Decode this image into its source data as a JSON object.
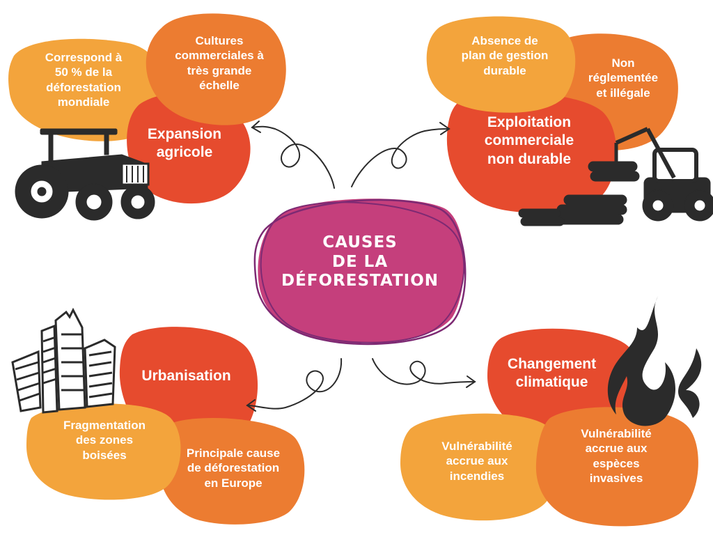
{
  "colors": {
    "red": "#e64b2e",
    "orange": "#ec7c31",
    "yellow": "#f3a43c",
    "magenta": "#c53f7c",
    "purple": "#7d2a73",
    "ink": "#2b2b2b"
  },
  "center": {
    "title": "CAUSES\nDE LA\nDÉFORESTATION"
  },
  "branches": {
    "agricultural": {
      "title": "Expansion\nagricole",
      "detail_1": "Correspond à\n50 % de la\ndéforestation\nmondiale",
      "detail_2": "Cultures\ncommerciales à\ntrès grande\néchelle",
      "illustration": "tractor-icon"
    },
    "logging": {
      "title": "Exploitation\ncommerciale\nnon durable",
      "detail_1": "Absence de\nplan de gestion\ndurable",
      "detail_2": "Non\nréglementée\net illégale",
      "illustration": "log-loader-icon"
    },
    "urban": {
      "title": "Urbanisation",
      "detail_1": "Fragmentation\ndes zones\nboisées",
      "detail_2": "Principale cause\nde déforestation\nen Europe",
      "illustration": "skyscrapers-icon"
    },
    "climate": {
      "title": "Changement\nclimatique",
      "detail_1": "Vulnérabilité\naccrue aux\nincendies",
      "detail_2": "Vulnérabilité\naccrue aux\nespèces\ninvasives",
      "illustration": "flame-icon"
    }
  }
}
